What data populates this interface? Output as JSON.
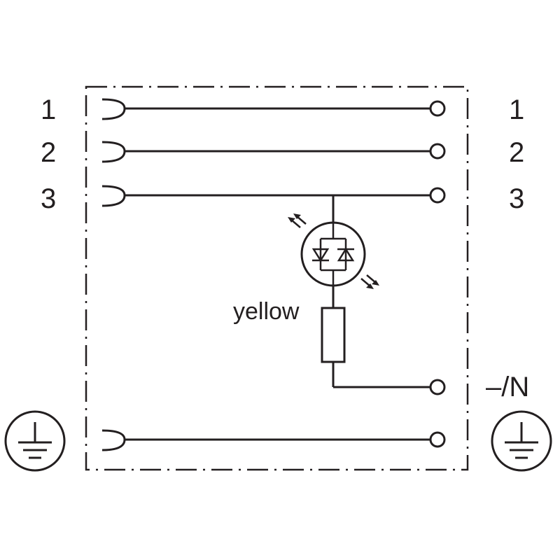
{
  "left_pins": [
    "1",
    "2",
    "3"
  ],
  "right_pins": [
    "1",
    "2",
    "3"
  ],
  "neutral_label": "–/N",
  "led_label": "yellow",
  "icons": {
    "left_ground": "ground-symbol-icon",
    "right_ground": "ground-symbol-icon",
    "led": "bicolor-led-icon",
    "resistor": "resistor-icon"
  }
}
